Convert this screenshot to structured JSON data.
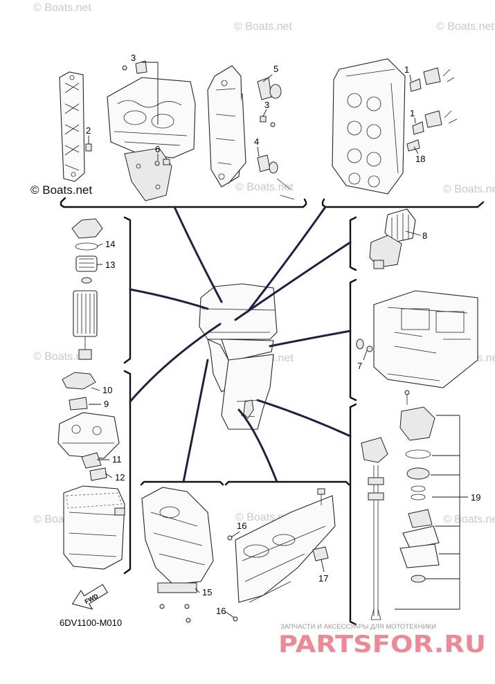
{
  "diagram_code": "6DV1100-M010",
  "fwd_label": "FWD",
  "watermarks": {
    "boats": "© Boats.net",
    "boats_strong": "© Boats.net",
    "partsfor_caption": "ЗАПЧАСТИ И АКСЕССУАРЫ ДЛЯ МОТОТЕХНИКИ",
    "partsfor_logo": "PARTSFOR.RU"
  },
  "callouts": {
    "c1a": "1",
    "c1b": "1",
    "c2": "2",
    "c3a": "3",
    "c3b": "3",
    "c4": "4",
    "c5": "5",
    "c6": "6",
    "c7": "7",
    "c8": "8",
    "c9": "9",
    "c10": "10",
    "c11": "11",
    "c12": "12",
    "c13": "13",
    "c14": "14",
    "c15": "15",
    "c16a": "16",
    "c16b": "16",
    "c17": "17",
    "c18": "18",
    "c19": "19"
  },
  "colors": {
    "connector": "#1d1f45",
    "logo_red": "#e0273a",
    "watermark": "#c8c8c8"
  }
}
